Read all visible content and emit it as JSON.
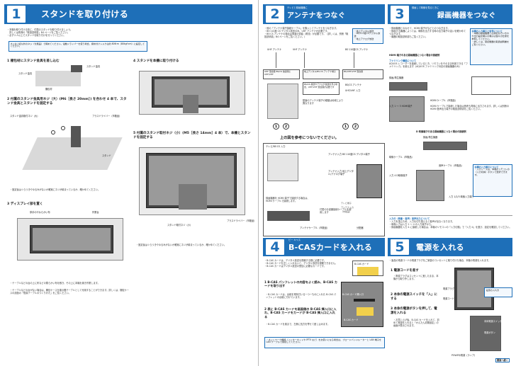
{
  "s1": {
    "num": "1",
    "title": "スタンドを取り付ける",
    "intro": [
      "・本機を取り付ける前に、付属のスタンドを取り付けましょう。",
      "　詳しくは別冊の「取扱説明書」B4 ページをご覧ください。",
      "・必ず２人以上でスタンドを取り付けを行ってください。"
    ],
    "note": "ネジは上記以外のネジ（付属品）で締めてください。電動ドライバーを使う場合、締め付けトルクは約 80N·m（80kgf·cm）に設定してください。",
    "step1": "1  棚包材にスタンド金具を差し込む",
    "step1_labels": [
      "スタンド金具",
      "スタンド金具",
      "棚包材"
    ],
    "step2": "2  付属のスタンド金具用ネジ（大）(M6［長さ 20mm］) を合わせ 4 本で、スタンド金具とスタンドを固定する",
    "step2_labels": [
      "スタンド金具取付ネジ（大）",
      "プラスドライバー（市販品）",
      "スタンド"
    ],
    "step2_note": "・固定後はぐらつきやゆるみがないか確実にネジが締まっているか、確かめてください。",
    "step3": "3  ディスプレイ部を置く",
    "step3_labels": [
      "厚手のやわらかい布",
      "作業台"
    ],
    "step3_notes": [
      "・テーブルなどの台の上に布などの柔らかい布を敷き、その上に本機を置き作業します。",
      "・テーブルなどの台がない場合は、棚包ケースを被の開テーブルとして代用することができます。詳しくは、棚包ケースの該面の「簡易テーブルのつくりかた」をご覧ください。"
    ],
    "step4": "4  スタンドを本機に取り付ける",
    "step5": "5  付属のスタンド取付ネジ（小）(M5［長さ 14mm］4 本）で、本機とスタンドを固定する",
    "step5_labels": [
      "プラスドライバー（市販品）",
      "スタンド取付ネジ（小）"
    ],
    "step5_note": "・固定後はぐらつきやゆるみがないか確実にネジが締まっているか、確かめてください。"
  },
  "s2": {
    "num": "2",
    "pre": "テレビと録画機器に",
    "title": "アンテナをつなぐ",
    "intro": [
      "・他の「アンテナ端子接続ケーブル」を購入してアンテナをつなぎます。",
      "・BS·110度 CS デジタル放送のみ、UHF アンテナが必要です。",
      "・BS·CS アンテナの場合は電源の供給（電流）が必要です。（詳しくは、別冊「取扱説明書」B4 ページをご覧ください。）"
    ],
    "bubble": [
      "・地上デジタル放送",
      "・BS/110度CSデジタル放送",
      "・地上アナログ放送"
    ],
    "antenna_labels": [
      "UHF アンテナ",
      "VHF アンテナ",
      "BS·110度CS アンテナ"
    ],
    "boxes": [
      "UHF 混合器 BS/CS 放送用とUHF/VHF",
      "地上デジタル/BS·CS アンテナ端子",
      "BS/UHF/VHF 混合器"
    ],
    "midbox": "BS/CS 放送やアナログ放送を見る場合、UHF/VHF 混合器が必要です",
    "right_labels": [
      "BS/CS アンテナ",
      "UHF/VHF 入力"
    ],
    "tip": "壁面のアンテナ端子の種類は地域により異なります",
    "plugs": [
      "1",
      "2"
    ],
    "strip": "上の図を参考につないでください。",
    "detail_labels": [
      "テレビ/BS·CS 入力",
      "アンテナ入力 BS·110度CS デジタル端子",
      "アンテナ入力 地上デジタル/アナログ端子"
    ],
    "detail_notes": [
      "録画機器を HDMI 端子で接続する場合は、HDMI ケーブルで接続します。",
      "付属の分波器接続ケーブルを使用します"
    ],
    "bottom_labels": [
      "アンテナケーブル（市販品）",
      "分配器"
    ],
    "cable_note": [
      "テレビ端子",
      "アンテナ入力",
      "（市販品）"
    ]
  },
  "s3": {
    "num": "3",
    "pre": "録画して映像を見るときに",
    "title": "録画機器をつなぐ",
    "intro": [
      "・録画機器とのわせて、HDMI 端子がなどとのつなぎます。",
      "・録画する機器によっては、映像を出力する時の出力端子の違いを確かめてつなぎます。",
      "・機器の取扱説明書もご覧ください。"
    ],
    "side_title": "本機の入力端子と信号について",
    "side_notes": [
      "・本機の録画機器との接続を行いきわや出力設定端子の端子は個々の仕様を参照してください。",
      "・詳しくは、接続機器の取扱説明書をご覧ください。"
    ],
    "hdmi_head": "HDMI 端子のある録画機器につなぐ場合の接続例",
    "link_title": "ファミリンク機能について",
    "link_text": "AQUOS レコーダーを接続しているとき、リモコンをそのまま利用できる「ファミリンク」を使えます（AQUOS ファミリンク対応の録画機器のみ）",
    "hdmi_labels": [
      "録画/再生機器",
      "HDMI ケーブル（市販品）",
      "入力 1 ～ 3 HDMI端子",
      "HDMI 出力"
    ],
    "hdmi_note": "HDMI ケーブルで接続した場合は音声も同時に出力されます。詳しくは別冊の HDMI 音声出力端子の取扱説明書をご覧ください。",
    "d_head": "D 映像端子のある録画機器につなぐ場合の接続例",
    "d_labels": [
      "録画/再生機器",
      "映像ケーブル（市販品）",
      "入力 4 D映像端子",
      "音声ケーブル（市販品）",
      "入力 1/2/3 映像入力端子"
    ],
    "d_side_title": "本機の入力端子について",
    "d_side": "・入力ソースは、本機のリモコンの（入力切換）ボタンで選択できます。",
    "bottom": [
      "入力の（映像・音声）音声出力について",
      "・入力を選ぶため、入力を切り換えると音声が出なくなります。",
      "・映像入力は入力 1 ～ 4 の入力端子から。",
      "・録画機器を入力 4 に接続した場合は、本機のリモコンの「入力切換」で「入力 4」を選び、設定を確認してください。"
    ]
  },
  "s4": {
    "num": "4",
    "ruby": "ビー キャス",
    "title": "B-CASカードを入れる",
    "intro": [
      "・B-CAS カードは、デジタル放送を視聴する際に必要です。",
      "・B-CAS カードを正しく入れないと、デジタル放送を視聴できません。",
      "・B-CAS カードはデジタル放送の受信に必要なカードです。"
    ],
    "card_label": "B-CAS カード",
    "step1": "1  B-CAS パンフレットの内容をよく読み、B-CAS カードを取り出す",
    "step1_note": "・B-CAS カードは、台紙を電気付いる一つ一ものに入れた B-CAS パンフレットの台紙に付けています。",
    "step2": "2  表に B-CAS カードを画面側の B-CAS 挿入口に入れ、B-CAS カードをカードが B-CAS 挿入口に入れる",
    "step2_note": "・B-CAS カードを奥まで、左側に長方を寄せて差し込みます。",
    "labels": [
      "B-CAS カード挿入口",
      "B-CAS カード"
    ],
    "bottom": "・ネットワーク機能（インターネットや IPTV など）をお使いになる場合は、ブロードバンドルーターと LAN 端子を LAN ケーブルで接続してください。"
  },
  "s5": {
    "num": "5",
    "title": "電源を入れる",
    "intro": "・製品の電源コードの電源プラグをご家庭のコンセントに取り付けた場合、本機の電源を入れます。",
    "step1": "1  電源コードを差す",
    "step1_note": "・電源プラグはコンセントに差したまま、本機から取り外します。",
    "step2": "2  本体の電源スイッチを「入」にする",
    "step3": "3  本体の電源ボタンを押して、電源を入れる",
    "step3_note": "・お買い上げ後、B-CAS カードを入れて、初めて電源を入れると「かんたん初期設定」の画面が表示されます。",
    "labels": [
      "電源プラグ",
      "電源コード",
      "本体電源スイッチ",
      "電源ボタン",
      "電源の入れ方"
    ],
    "power_label": "POWER/電源（ランプ）",
    "next": "裏面へ続く"
  }
}
